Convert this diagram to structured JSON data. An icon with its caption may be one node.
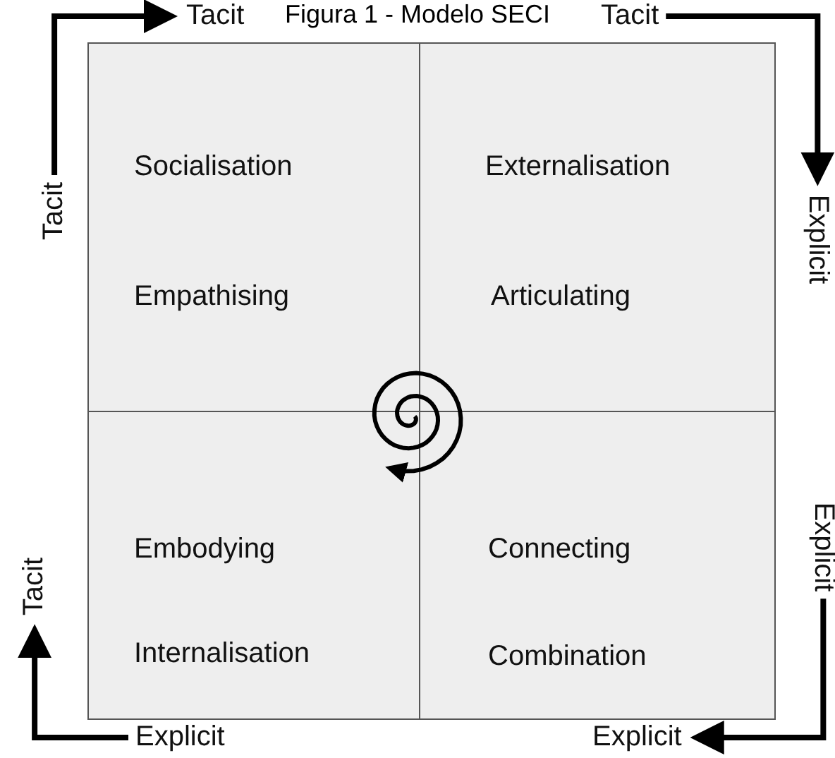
{
  "diagram": {
    "title": "Figura 1 - Modelo SECI",
    "nodes": [
      {
        "text": [
          "Socialisation",
          "Empathising"
        ]
      },
      {
        "text": [
          "Externalisation",
          "Articulating"
        ]
      },
      {
        "text": [
          "Embodying",
          "Internalisation"
        ]
      },
      {
        "text": [
          "Connecting",
          "Combination"
        ]
      },
      {
        "text": [
          "Tacit"
        ]
      },
      {
        "text": [
          "Tacit"
        ]
      },
      {
        "text": [
          "Tacit"
        ]
      },
      {
        "text": [
          "Explicit"
        ]
      },
      {
        "text": [
          "Explicit"
        ]
      },
      {
        "text": [
          "Tacit"
        ]
      },
      {
        "text": [
          "Explicit"
        ]
      },
      {
        "text": [
          "Explicit"
        ]
      }
    ],
    "edges": [
      {
        "from": 6,
        "to": 4,
        "arrow": "to"
      },
      {
        "from": 5,
        "to": 7,
        "arrow": "to"
      },
      {
        "from": 8,
        "to": 11,
        "arrow": "to"
      },
      {
        "from": 10,
        "to": 9,
        "arrow": "to"
      }
    ]
  }
}
